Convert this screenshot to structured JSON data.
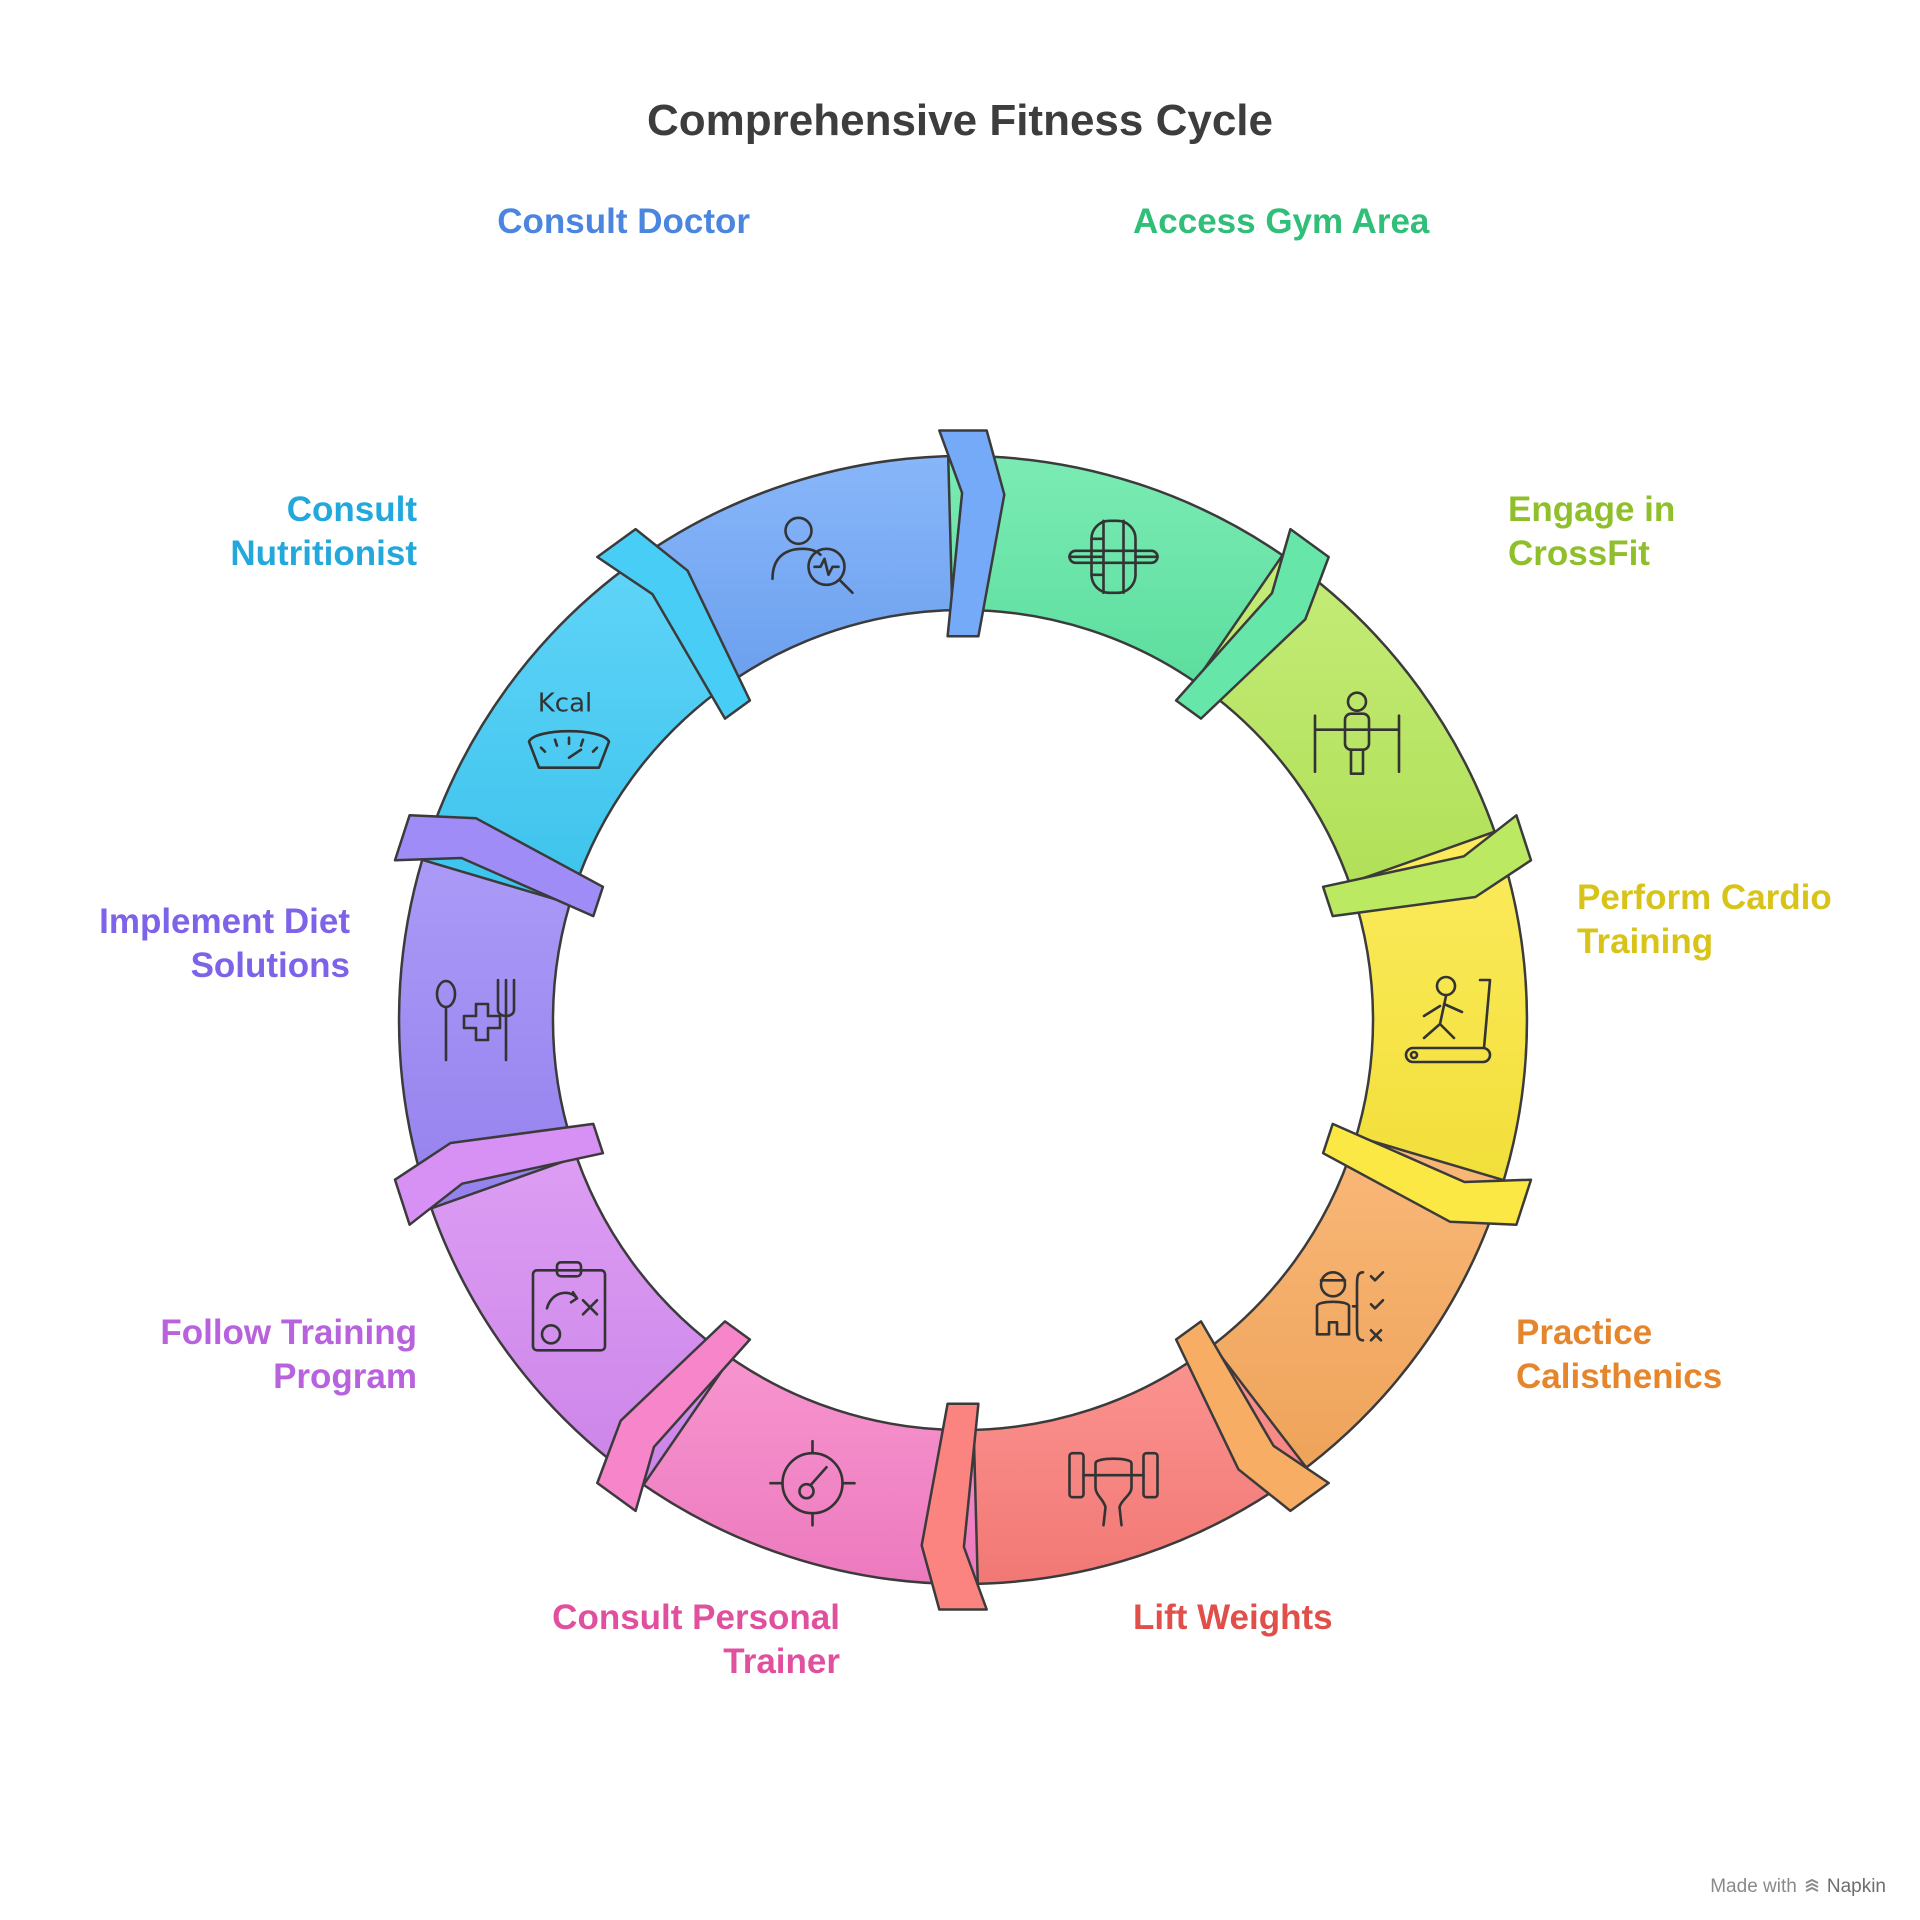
{
  "title": "Comprehensive Fitness Cycle",
  "stages": [
    {
      "label": "Consult Doctor",
      "icon": "doctor-checkup-icon",
      "color": "#6ea6f8",
      "label_color": "#4a86e0"
    },
    {
      "label": "Access Gym Area",
      "icon": "gym-wheel-icon",
      "color": "#5ee6a4",
      "label_color": "#2fbf78"
    },
    {
      "label": "Engage in\nCrossFit",
      "icon": "pullup-bar-icon",
      "color": "#b7e85a",
      "label_color": "#8fbf2a"
    },
    {
      "label": "Perform Cardio\nTraining",
      "icon": "treadmill-icon",
      "color": "#fbe73a",
      "label_color": "#d8c418"
    },
    {
      "label": "Practice\nCalisthenics",
      "icon": "checklist-person-icon",
      "color": "#f8a95c",
      "label_color": "#e5862c"
    },
    {
      "label": "Lift Weights",
      "icon": "dumbbell-hand-icon",
      "color": "#fb7d79",
      "label_color": "#e04f4a"
    },
    {
      "label": "Consult Personal\nTrainer",
      "icon": "target-gauge-icon",
      "color": "#f67fc6",
      "label_color": "#e0509e"
    },
    {
      "label": "Follow Training\nProgram",
      "icon": "clipboard-plan-icon",
      "color": "#d58af2",
      "label_color": "#b862de"
    },
    {
      "label": "Implement Diet\nSolutions",
      "icon": "diet-fork-spoon-icon",
      "color": "#9b86f7",
      "label_color": "#7e62e8"
    },
    {
      "label": "Consult\nNutritionist",
      "icon": "kcal-scale-icon",
      "color": "#3ecbf6",
      "label_color": "#22a8dc"
    }
  ],
  "footer": {
    "made_with": "Made with",
    "brand": "Napkin"
  }
}
